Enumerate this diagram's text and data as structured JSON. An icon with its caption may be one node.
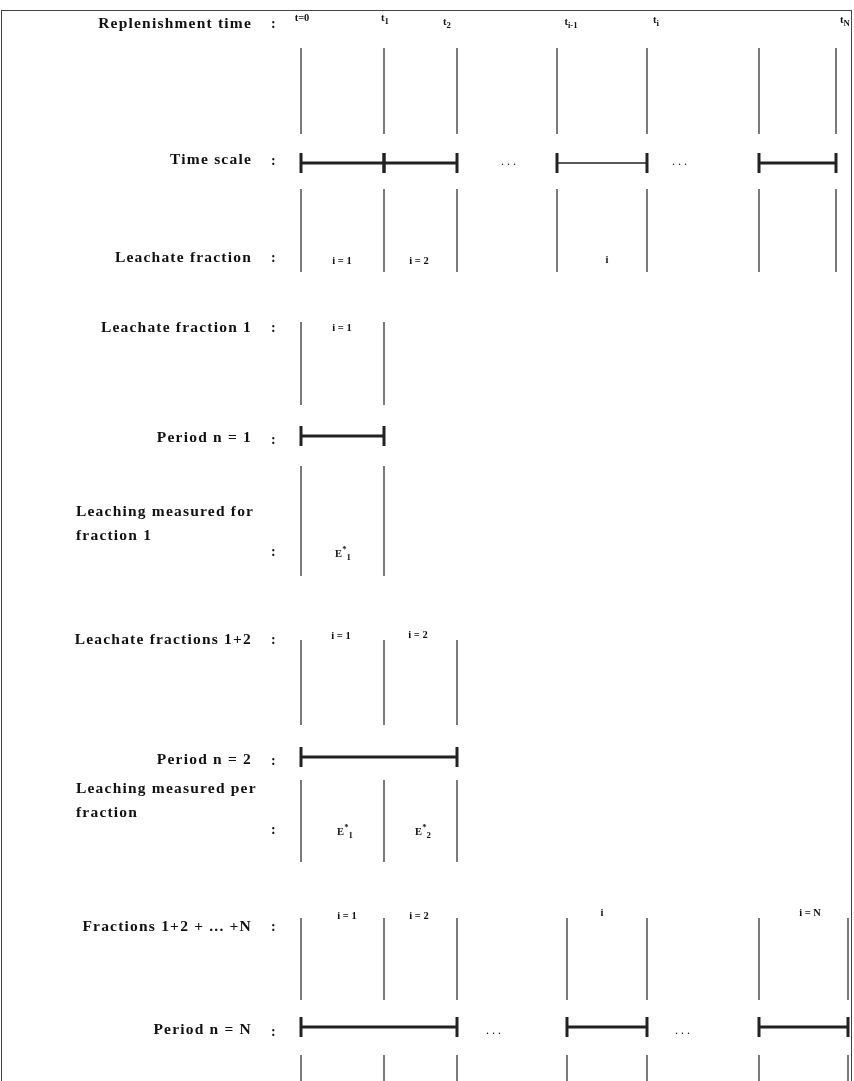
{
  "diagram": {
    "labels": [
      "Replenishment time",
      ":",
      "t=0",
      "t$_{1}$",
      "t$_{2}$",
      "t$_{i-1}$",
      "t$_{i}$",
      "t$_{N}$",
      "Time scale",
      ":",
      "...",
      "...",
      "Leachate fraction",
      ":",
      "i = 1",
      "i = 2",
      "i",
      "Leachate fraction 1",
      ":",
      "i = 1",
      "Period n = 1",
      ":",
      "Leaching measured for fraction 1",
      ":",
      "E$^{*}$$_{1}$",
      "Leachate fractions 1+2",
      ":",
      "i = 1",
      "i = 2",
      "Period n = 2",
      ":",
      "Leaching measured per fraction",
      ":",
      "E$^{*}$$_{1}$",
      "E$^{*}$$_{2}$",
      "Fractions 1+2 + ... +N",
      ":",
      "i = 1",
      "i = 2",
      "i",
      "i = N",
      "Period n = N",
      ":",
      "...",
      "..."
    ]
  }
}
